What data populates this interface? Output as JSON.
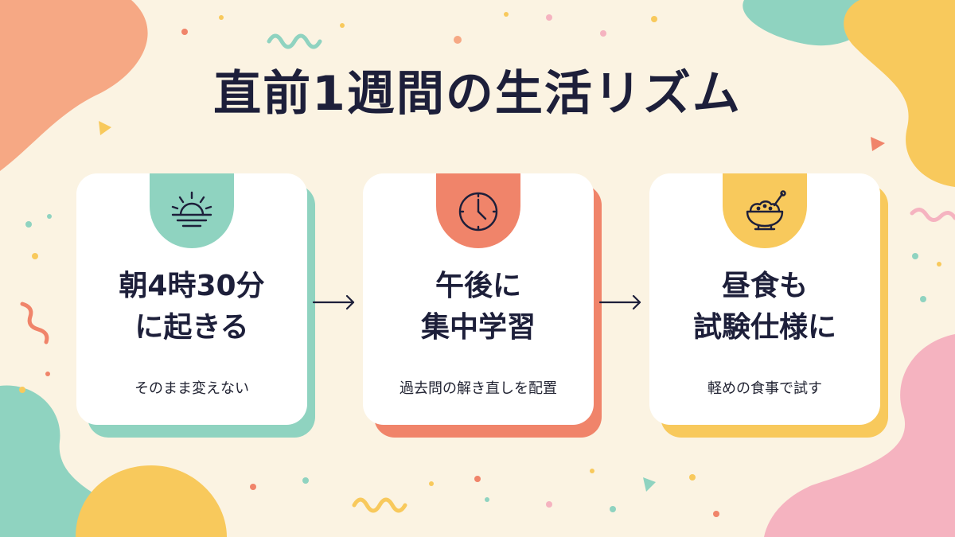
{
  "title": "直前1週間の生活リズム",
  "colors": {
    "background": "#fbf3e2",
    "teal": "#8fd3c0",
    "coral": "#f0846a",
    "yellow": "#f8c95c",
    "peach": "#f6a884",
    "pink": "#f5b3c0",
    "text": "#1d1f3a"
  },
  "cards": [
    {
      "icon": "sunrise-icon",
      "accent": "#8fd3c0",
      "heading_line1": "朝4時30分",
      "heading_line2": "に起きる",
      "sub": "そのまま変えない"
    },
    {
      "icon": "clock-icon",
      "accent": "#f0846a",
      "heading_line1": "午後に",
      "heading_line2": "集中学習",
      "sub": "過去問の解き直しを配置"
    },
    {
      "icon": "rice-bowl-icon",
      "accent": "#f8c95c",
      "heading_line1": "昼食も",
      "heading_line2": "試験仕様に",
      "sub": "軽めの食事で試す"
    }
  ],
  "arrows": [
    "arrow-right-icon",
    "arrow-right-icon"
  ]
}
